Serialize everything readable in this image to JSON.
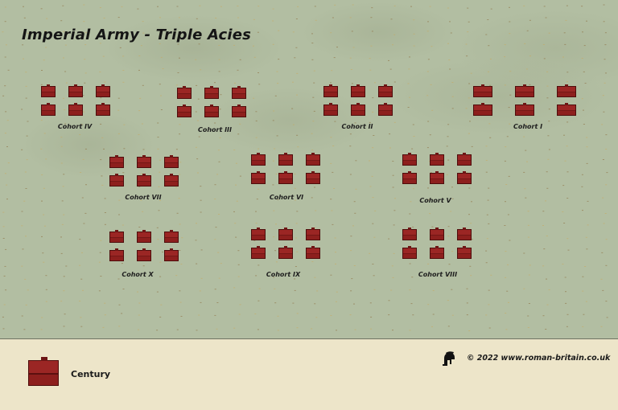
{
  "title": "Imperial Army - Triple Acies",
  "colors": {
    "field": "#b2bea2",
    "panel": "#ede5c9",
    "century_fill": "#9b2624",
    "century_dark": "#5c100f"
  },
  "cohorts": {
    "c4": {
      "label": "Cohort IV",
      "centuries": 6
    },
    "c3": {
      "label": "Cohort III",
      "centuries": 6
    },
    "c2": {
      "label": "Cohort II",
      "centuries": 6
    },
    "c1": {
      "label": "Cohort I",
      "centuries": 6
    },
    "c7": {
      "label": "Cohort VII",
      "centuries": 6
    },
    "c6": {
      "label": "Cohort VI",
      "centuries": 6
    },
    "c5": {
      "label": "Cohort V",
      "centuries": 6
    },
    "c10": {
      "label": "Cohort X",
      "centuries": 6
    },
    "c9": {
      "label": "Cohort IX",
      "centuries": 6
    },
    "c8": {
      "label": "Cohort VIII",
      "centuries": 6
    }
  },
  "legend": {
    "icon": "century-block-icon",
    "label": "Century"
  },
  "footer": {
    "icon": "roman-helmet-icon",
    "copyright": "© 2022 www.roman-britain.co.uk"
  }
}
